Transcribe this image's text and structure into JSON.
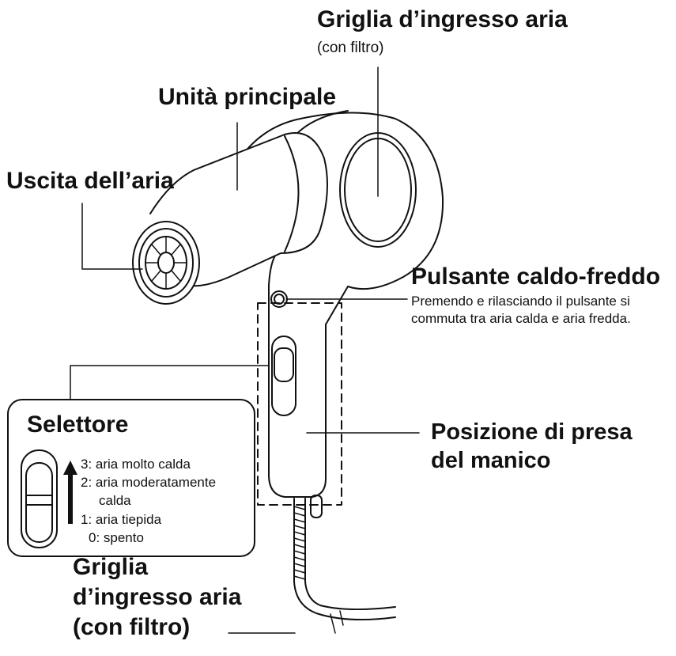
{
  "labels": {
    "air_intake_top": "Griglia d’ingresso aria",
    "air_intake_top_note": "(con filtro)",
    "main_unit": "Unità principale",
    "air_outlet": "Uscita dell’aria",
    "hot_cold_button": "Pulsante caldo-freddo",
    "hot_cold_desc": "Premendo e rilasciando il pulsante si commuta tra aria calda e aria fredda.",
    "grip_position_line1": "Posizione di presa",
    "grip_position_line2": "del manico",
    "air_intake_bottom_line1": "Griglia",
    "air_intake_bottom_line2": "d’ingresso aria",
    "air_intake_bottom_line3": "(con filtro)"
  },
  "selector": {
    "title": "Selettore",
    "settings": [
      "3: aria molto calda",
      "2: aria moderatamente",
      "calda",
      "1: aria tiepida",
      "0: spento"
    ]
  }
}
